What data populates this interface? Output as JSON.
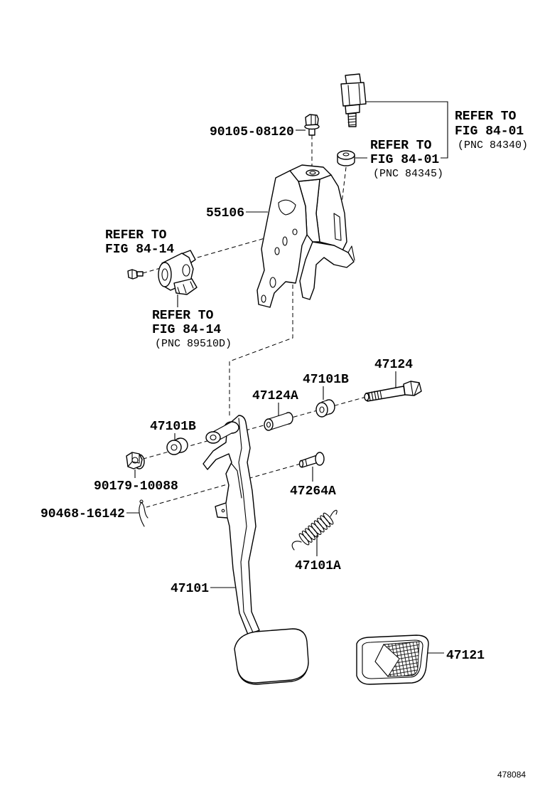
{
  "diagram": {
    "switch_ref": {
      "line1": "REFER TO",
      "line2": "FIG 84-01",
      "line3": "(PNC 84340)"
    },
    "cushion_ref": {
      "line1": "REFER TO",
      "line2": "FIG 84-01",
      "line3": "(PNC 84345)"
    },
    "sensor_ref": {
      "line1": "REFER TO",
      "line2": "FIG 84-14"
    },
    "sensor_bracket_ref": {
      "line1": "REFER TO",
      "line2": "FIG 84-14",
      "line3": "(PNC 89510D)"
    },
    "parts": {
      "bolt_top": "90105-08120",
      "bracket": "55106",
      "bolt_pivot": "47124",
      "bushing_right": "47101B",
      "collar": "47124A",
      "bushing_left": "47101B",
      "nut": "90179-10088",
      "pin": "47264A",
      "clip": "90468-16142",
      "spring": "47101A",
      "pedal_arm": "47101",
      "pedal_pad": "47121"
    }
  },
  "figure_id": "478084"
}
